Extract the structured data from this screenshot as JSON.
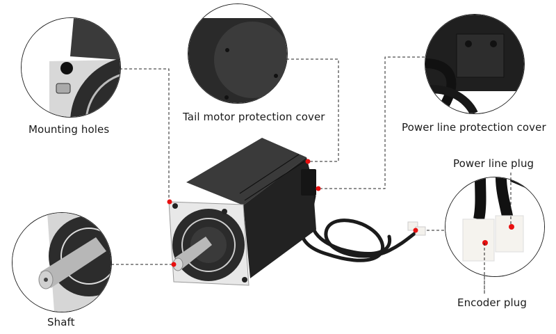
{
  "diagram": {
    "subject": "Stepper / servo motor with cables",
    "annotation_color": "#e81010",
    "leader_line_style": "dashed",
    "callouts": [
      {
        "id": "mounting-holes",
        "label": "Mounting holes"
      },
      {
        "id": "tail-cover",
        "label": "Tail motor protection cover"
      },
      {
        "id": "power-cover",
        "label": "Power line protection cover"
      },
      {
        "id": "power-plug",
        "label": "Power line plug"
      },
      {
        "id": "encoder-plug",
        "label": "Encoder plug"
      },
      {
        "id": "shaft",
        "label": "Shaft"
      }
    ]
  }
}
